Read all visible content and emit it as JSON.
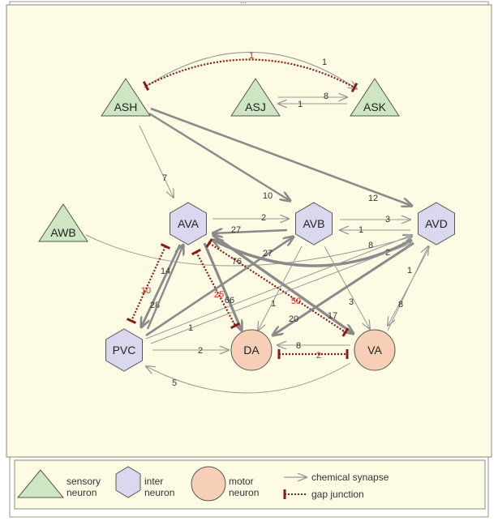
{
  "title": "...",
  "colors": {
    "sensory": "#cfe6c3",
    "inter": "#d9d8ee",
    "motor": "#f7cfb6",
    "background": "#fdfbe4",
    "chemical": "#999999",
    "gap": "#8b1a1a",
    "gap_label": "#cc2222"
  },
  "nodes": [
    {
      "id": "ASH",
      "label": "ASH",
      "kind": "sensory"
    },
    {
      "id": "ASJ",
      "label": "ASJ",
      "kind": "sensory"
    },
    {
      "id": "ASK",
      "label": "ASK",
      "kind": "sensory"
    },
    {
      "id": "AWB",
      "label": "AWB",
      "kind": "sensory"
    },
    {
      "id": "AVA",
      "label": "AVA",
      "kind": "inter"
    },
    {
      "id": "AVB",
      "label": "AVB",
      "kind": "inter"
    },
    {
      "id": "AVD",
      "label": "AVD",
      "kind": "inter"
    },
    {
      "id": "PVC",
      "label": "PVC",
      "kind": "inter"
    },
    {
      "id": "DA",
      "label": "DA",
      "kind": "motor"
    },
    {
      "id": "VA",
      "label": "VA",
      "kind": "motor"
    }
  ],
  "edges": [
    {
      "from": "ASH",
      "to": "ASK",
      "type": "chemical",
      "label": "1"
    },
    {
      "from": "ASH",
      "to": "ASK",
      "type": "gap",
      "label": "1"
    },
    {
      "from": "ASJ",
      "to": "ASK",
      "type": "chemical",
      "label": "8"
    },
    {
      "from": "ASK",
      "to": "ASJ",
      "type": "chemical",
      "label": "1"
    },
    {
      "from": "ASH",
      "to": "AVA",
      "type": "chemical",
      "label": "7"
    },
    {
      "from": "ASH",
      "to": "AVB",
      "type": "chemical",
      "label": "10"
    },
    {
      "from": "ASH",
      "to": "AVD",
      "type": "chemical",
      "label": "12"
    },
    {
      "from": "AVA",
      "to": "AVB",
      "type": "chemical",
      "label": "2"
    },
    {
      "from": "AVB",
      "to": "AVA",
      "type": "chemical",
      "label": "27"
    },
    {
      "from": "AVB",
      "to": "AVD",
      "type": "chemical",
      "label": "3"
    },
    {
      "from": "AVD",
      "to": "AVB",
      "type": "chemical",
      "label": "1"
    },
    {
      "from": "AWB",
      "to": "AVD",
      "type": "chemical",
      "label": "8"
    },
    {
      "from": "AVD",
      "to": "AVA",
      "type": "chemical",
      "label": "76"
    },
    {
      "from": "PVC",
      "to": "AVD",
      "type": "chemical",
      "label": "2"
    },
    {
      "from": "AVD",
      "to": "VA",
      "type": "chemical",
      "label": "1"
    },
    {
      "from": "VA",
      "to": "AVD",
      "type": "chemical",
      "label": "8"
    },
    {
      "from": "AVA",
      "to": "PVC",
      "type": "chemical",
      "label": "28"
    },
    {
      "from": "PVC",
      "to": "AVA",
      "type": "chemical",
      "label": "14"
    },
    {
      "from": "AVA",
      "to": "PVC",
      "type": "gap",
      "label": "10"
    },
    {
      "from": "AVA",
      "to": "DA",
      "type": "chemical",
      "label": "66"
    },
    {
      "from": "AVA",
      "to": "DA",
      "type": "gap",
      "label": "25"
    },
    {
      "from": "AVA",
      "to": "VA",
      "type": "chemical",
      "label": "17"
    },
    {
      "from": "AVA",
      "to": "VA",
      "type": "gap",
      "label": "50"
    },
    {
      "from": "PVC",
      "to": "AVB",
      "type": "chemical",
      "label": "27"
    },
    {
      "from": "AVB",
      "to": "DA",
      "type": "chemical",
      "label": "1"
    },
    {
      "from": "AVB",
      "to": "VA",
      "type": "chemical",
      "label": "3"
    },
    {
      "from": "AVD",
      "to": "DA",
      "type": "chemical",
      "label": "20"
    },
    {
      "from": "PVC",
      "to": "DA",
      "type": "chemical",
      "label": "2"
    },
    {
      "from": "VA",
      "to": "DA",
      "type": "chemical",
      "label": "8"
    },
    {
      "from": "DA",
      "to": "VA",
      "type": "gap",
      "label": "2"
    },
    {
      "from": "VA",
      "to": "PVC",
      "type": "chemical",
      "label": "5"
    },
    {
      "from": "PVC",
      "to": "AVD",
      "type": "chemical",
      "label": "1"
    }
  ],
  "legend": {
    "sensory_line1": "sensory",
    "sensory_line2": "neuron",
    "inter_line1": "inter",
    "inter_line2": "neuron",
    "motor_line1": "motor",
    "motor_line2": "neuron",
    "chemical": "chemical synapse",
    "gap": "gap junction"
  }
}
